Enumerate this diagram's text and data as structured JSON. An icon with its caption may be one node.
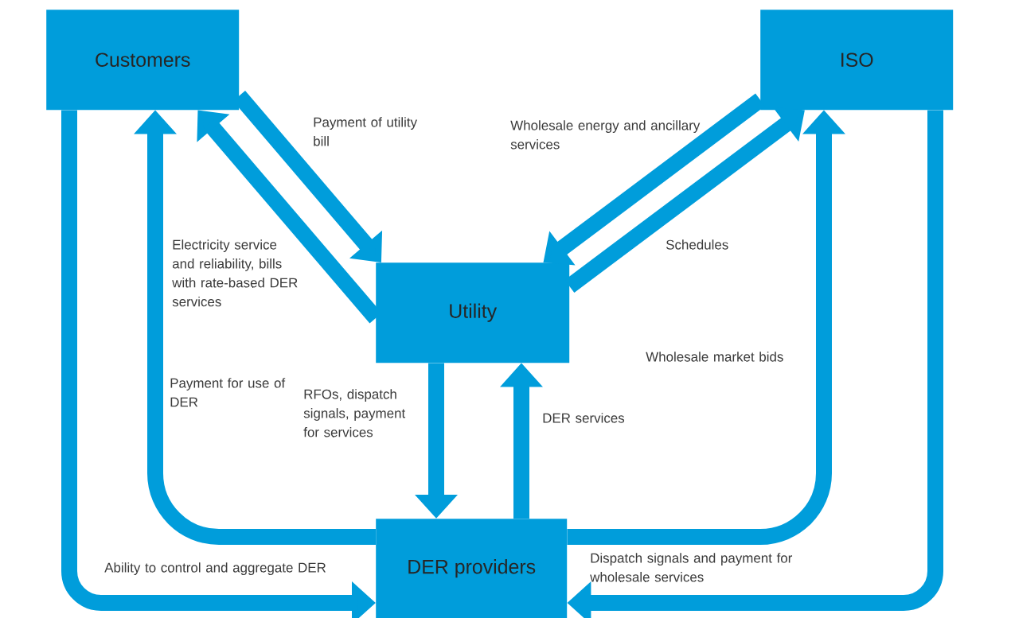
{
  "diagram": {
    "nodes": [
      {
        "text": [
          "Customers"
        ]
      },
      {
        "text": [
          "ISO"
        ]
      },
      {
        "text": [
          "Utility"
        ]
      },
      {
        "text": [
          "DER providers"
        ]
      }
    ],
    "edges": [
      {
        "from": 0,
        "to": 2,
        "arrow": "to",
        "label": "Payment of utility bill"
      },
      {
        "from": 2,
        "to": 0,
        "arrow": "to",
        "label": "Electricity service and reliability, bills with rate-based DER services"
      },
      {
        "from": 1,
        "to": 2,
        "arrow": "to",
        "label": "Wholesale energy and ancillary services"
      },
      {
        "from": 2,
        "to": 1,
        "arrow": "to",
        "label": "Schedules"
      },
      {
        "from": 2,
        "to": 3,
        "arrow": "to",
        "label": "RFOs, dispatch signals, payment for services"
      },
      {
        "from": 3,
        "to": 2,
        "arrow": "to",
        "label": "DER services"
      },
      {
        "from": 3,
        "to": 0,
        "arrow": "to",
        "label": "Payment for use of DER"
      },
      {
        "from": 0,
        "to": 3,
        "arrow": "to",
        "label": "Ability to control and aggregate DER"
      },
      {
        "from": 3,
        "to": 1,
        "arrow": "to",
        "label": "Wholesale market bids"
      },
      {
        "from": 1,
        "to": 3,
        "arrow": "to",
        "label": "Dispatch signals and payment for wholesale services"
      }
    ]
  }
}
